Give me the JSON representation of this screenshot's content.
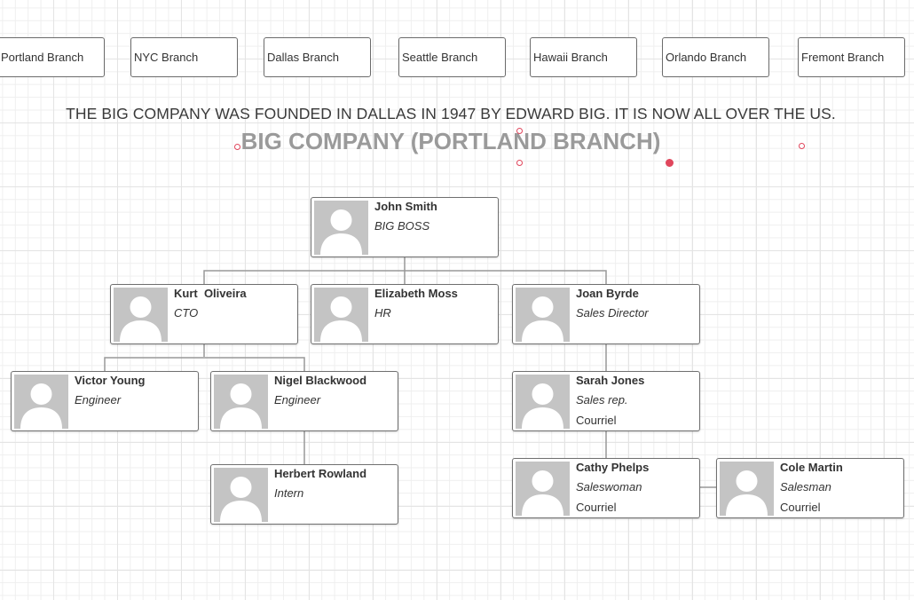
{
  "branches": [
    "Portland Branch",
    "NYC Branch",
    "Dallas Branch",
    "Seattle Branch",
    "Hawaii Branch",
    "Orlando Branch",
    "Fremont Branch"
  ],
  "description": "THE BIG COMPANY WAS FOUNDED IN DALLAS IN 1947 BY EDWARD BIG. IT IS NOW ALL OVER THE US.",
  "title": "BIG COMPANY (PORTLAND BRANCH)",
  "colors": {
    "card_border": "#707070",
    "avatar_bg": "#c4c4c4",
    "title_text": "#9a9a9a",
    "selection_handle": "#e0465c",
    "connector": "#999999"
  },
  "employees": [
    {
      "name": "John Smith",
      "role": "BIG BOSS",
      "location": ""
    },
    {
      "name": "Kurt  Oliveira",
      "role": "CTO",
      "location": ""
    },
    {
      "name": "Elizabeth Moss",
      "role": "HR",
      "location": ""
    },
    {
      "name": "Joan Byrde",
      "role": "Sales Director",
      "location": ""
    },
    {
      "name": "Victor Young",
      "role": "Engineer",
      "location": ""
    },
    {
      "name": "Nigel Blackwood",
      "role": "Engineer",
      "location": ""
    },
    {
      "name": "Sarah Jones",
      "role": "Sales rep.",
      "location": "Courriel"
    },
    {
      "name": "Herbert Rowland",
      "role": "Intern",
      "location": ""
    },
    {
      "name": "Cathy Phelps",
      "role": "Saleswoman",
      "location": "Courriel"
    },
    {
      "name": "Cole Martin",
      "role": "Salesman",
      "location": "Courriel"
    }
  ],
  "avatar_icon": "person-silhouette-icon"
}
